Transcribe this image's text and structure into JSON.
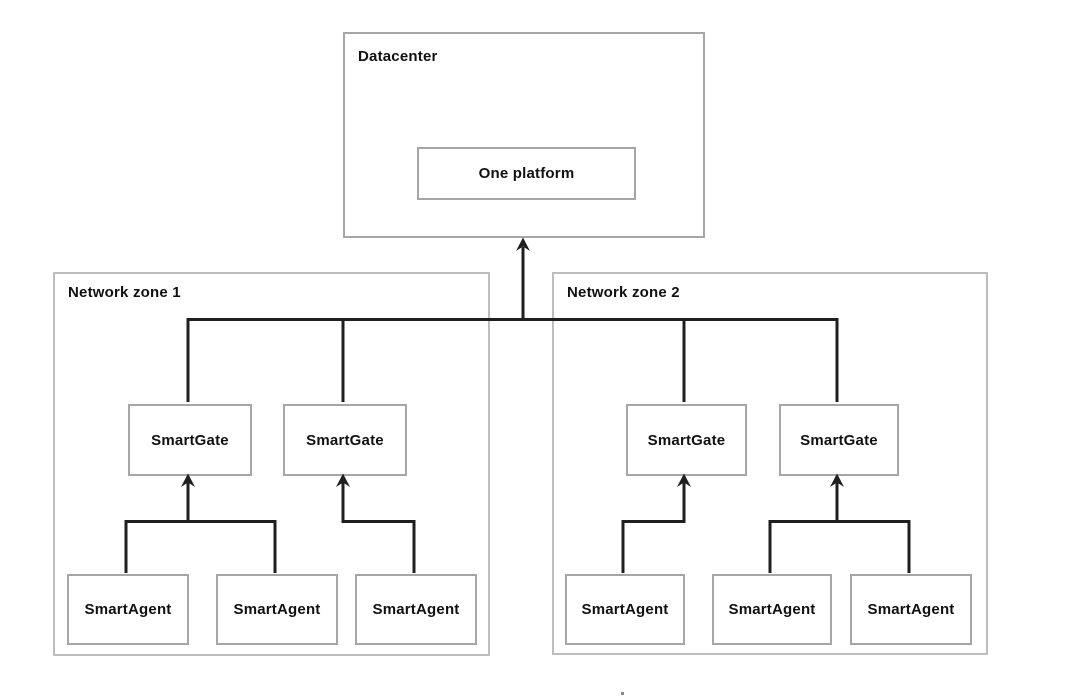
{
  "diagram": {
    "datacenter": {
      "label": "Datacenter",
      "platform": {
        "label": "One platform"
      }
    },
    "zones": [
      {
        "label": "Network zone 1",
        "gates": [
          {
            "label": "SmartGate"
          },
          {
            "label": "SmartGate"
          }
        ],
        "agents": [
          {
            "label": "SmartAgent"
          },
          {
            "label": "SmartAgent"
          },
          {
            "label": "SmartAgent"
          }
        ]
      },
      {
        "label": "Network zone 2",
        "gates": [
          {
            "label": "SmartGate"
          },
          {
            "label": "SmartGate"
          }
        ],
        "agents": [
          {
            "label": "SmartAgent"
          },
          {
            "label": "SmartAgent"
          },
          {
            "label": "SmartAgent"
          }
        ]
      }
    ],
    "colors": {
      "background": "#ffffff",
      "connector": "#1f1f1f",
      "node_border": "#a6a6a6",
      "zone_border": "#bdbdbd",
      "text": "#111111"
    }
  }
}
